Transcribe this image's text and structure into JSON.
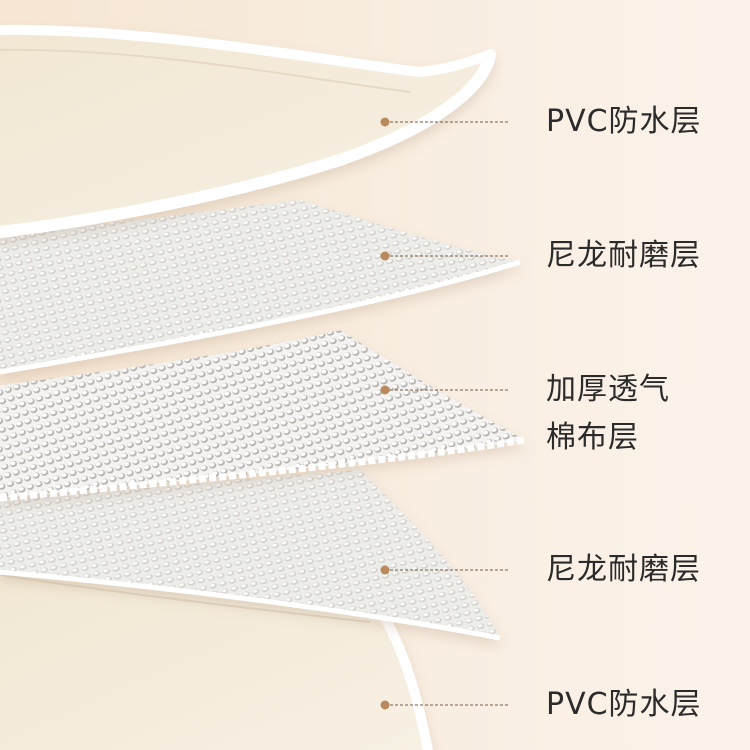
{
  "layers": [
    {
      "label_lines": [
        "PVC防水层"
      ]
    },
    {
      "label_lines": [
        "尼龙耐磨层"
      ]
    },
    {
      "label_lines": [
        "加厚透气",
        "棉布层"
      ]
    },
    {
      "label_lines": [
        "尼龙耐磨层"
      ]
    },
    {
      "label_lines": [
        "PVC防水层"
      ]
    }
  ],
  "colors": {
    "background": "#f7e9d8",
    "pvc_face": "#f3ead8",
    "pvc_rim": "#ffffff",
    "nylon": "#e9e6e3",
    "cotton": "#f0eeeb",
    "marker_dot": "#b98a5e",
    "leader_line": "#8d7a66",
    "label_text": "#2b2b2b"
  }
}
